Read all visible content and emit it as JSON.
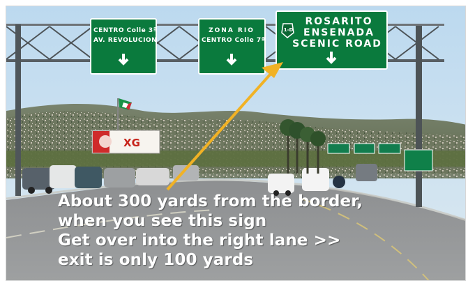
{
  "photo": {
    "subject": "highway-overhead-signs"
  },
  "signs": {
    "left": {
      "line1": "CENTRO Colle 3ª",
      "line2": "AV. REVOLUCION"
    },
    "middle": {
      "line1": "ZONA RIO",
      "line2": "CENTRO Colle 7ª"
    },
    "right": {
      "line1": "ROSARITO",
      "line2": "ENSENADA",
      "line3": "SCENIC ROAD",
      "shield": "1-D"
    }
  },
  "billboard": {
    "text": "XG"
  },
  "caption": {
    "line1": "About 300 yards from the border,",
    "line2": "when you see this sign",
    "line3": "Get over into the right lane >>",
    "line4": "exit is only 100 yards"
  },
  "colors": {
    "sky": "#b9d6ee",
    "sign": "#0a7a3d",
    "road": "#8f9295",
    "arrow": "#f2b126",
    "text": "#ffffff"
  }
}
